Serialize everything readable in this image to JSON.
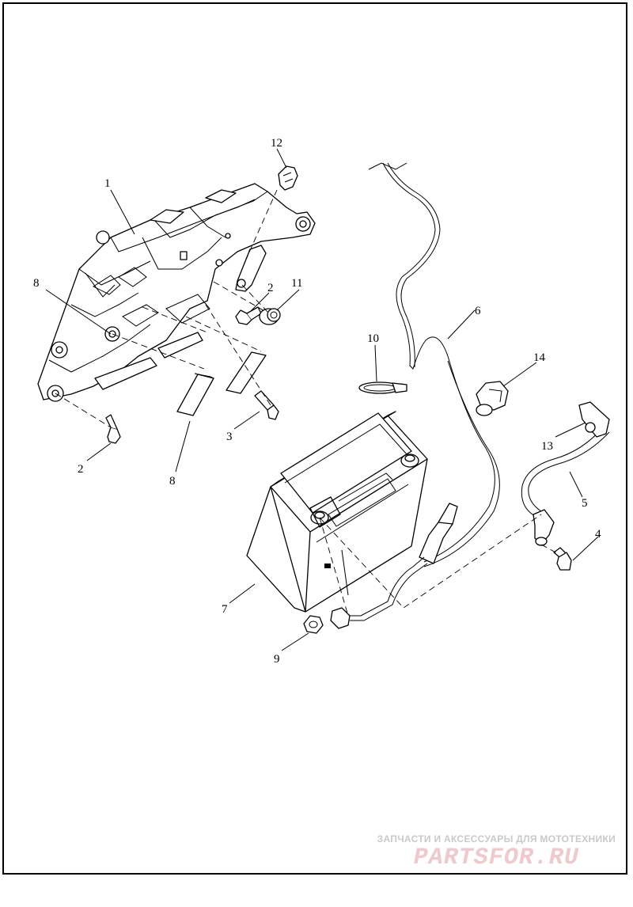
{
  "diagram": {
    "callouts": [
      {
        "id": "c1",
        "label": "1"
      },
      {
        "id": "c2a",
        "label": "2"
      },
      {
        "id": "c2b",
        "label": "2"
      },
      {
        "id": "c3",
        "label": "3"
      },
      {
        "id": "c4",
        "label": "4"
      },
      {
        "id": "c5",
        "label": "5"
      },
      {
        "id": "c6",
        "label": "6"
      },
      {
        "id": "c7",
        "label": "7"
      },
      {
        "id": "c8a",
        "label": "8"
      },
      {
        "id": "c8b",
        "label": "8"
      },
      {
        "id": "c9",
        "label": "9"
      },
      {
        "id": "c10",
        "label": "10"
      },
      {
        "id": "c11",
        "label": "11"
      },
      {
        "id": "c12",
        "label": "12"
      },
      {
        "id": "c13",
        "label": "13"
      },
      {
        "id": "c14",
        "label": "14"
      }
    ]
  },
  "watermark": {
    "line1": "ЗАПЧАСТИ И АКСЕССУАРЫ ДЛЯ МОТОТЕХНИКИ",
    "line2": "PARTSFOR.RU"
  },
  "colors": {
    "ink": "#000000",
    "background": "#ffffff",
    "watermark_text": "#c9c9c9",
    "watermark_logo": "#f0c9cc"
  }
}
